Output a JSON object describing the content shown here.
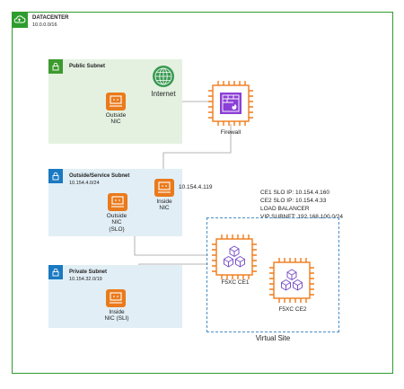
{
  "datacenter": {
    "title": "DATACENTER",
    "cidr": "10.0.0.0/16"
  },
  "public_subnet": {
    "title": "Public Subnet",
    "nic_line1": "Outside",
    "nic_line2": "NIC",
    "internet_label": "Internet"
  },
  "outside_subnet": {
    "title": "Outside/Service Subnet",
    "cidr": "10.154.4.0/24",
    "nic_line1": "Outside",
    "nic_line2": "NIC",
    "nic_line3": "(SLO)",
    "inside_line1": "Inside",
    "inside_line2": "NIC",
    "ip": "10.154.4.119"
  },
  "private_subnet": {
    "title": "Private Subnet",
    "cidr": "10.154.32.0/19",
    "nic_line1": "Inside",
    "nic_line2": "NIC (SLI)"
  },
  "firewall": {
    "label": "Firewall"
  },
  "ce1": {
    "label": "F5XC CE1"
  },
  "ce2": {
    "label": "F5XC CE2"
  },
  "virtual_site": {
    "label": "Virtual Site"
  },
  "info": {
    "line1": "CE1 SLO IP: 10.154.4.160",
    "line2": "CE2 SLO IP: 10.154.4.33",
    "line3": "LOAD BALANCER",
    "line4": "VIP SUBNET: 192.168.100.0/24"
  },
  "colors": {
    "frame_green": "#2e9c2e",
    "subnet_green": "#e4f1e1",
    "subnet_blue": "#e1eef5",
    "chip_orange": "#f07b1a",
    "nic_orange": "#ea7a1c",
    "firewall_purple": "#8b3fd6",
    "ce_purple": "#7b52c7",
    "internet_green": "#3a9a52",
    "connector_grey": "#9e9e9e",
    "vs_blue": "#4a8ec7"
  }
}
